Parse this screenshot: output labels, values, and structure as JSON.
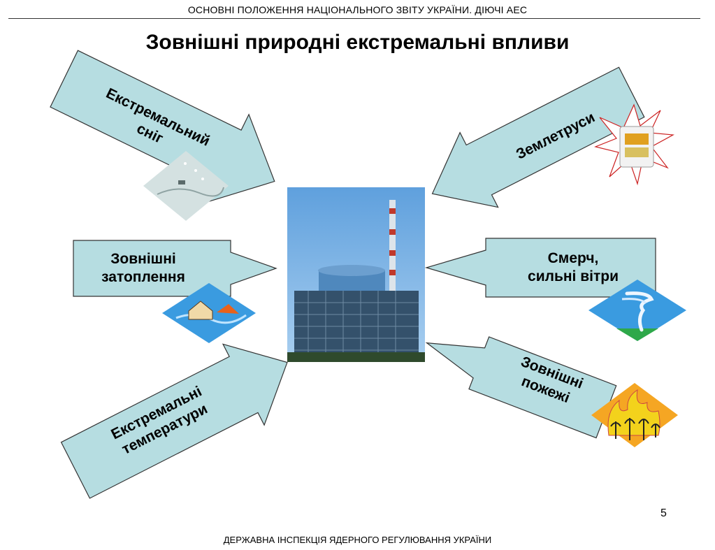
{
  "header": "ОСНОВНІ ПОЛОЖЕННЯ НАЦІОНАЛЬНОГО ЗВІТУ УКРАЇНИ. ДІЮЧІ АЕС",
  "title": "Зовнішні природні екстремальні впливи",
  "arrows": {
    "snow": {
      "line1": "Екстремальний",
      "line2": "сніг"
    },
    "flood": {
      "line1": "Зовнішні",
      "line2": "затоплення"
    },
    "temperatures": {
      "line1": "Екстремальні",
      "line2": "температури"
    },
    "earthquakes": {
      "line1": "Землетруси"
    },
    "tornado": {
      "line1": "Смерч,",
      "line2": "сильні вітри"
    },
    "fires": {
      "line1": "Зовнішні",
      "line2": "пожежі"
    }
  },
  "colors": {
    "arrow_fill": "#b6dde1",
    "arrow_stroke": "#333333",
    "sky": "#7fb6e6",
    "fire": "#f5a623",
    "flood_water": "#3a9be0"
  },
  "icons": [
    "snow-icon",
    "flood-icon",
    "earthquake-icon",
    "tornado-icon",
    "fire-icon",
    "nuclear-plant-photo"
  ],
  "page_number": "5",
  "footer": "ДЕРЖАВНА ІНСПЕКЦІЯ ЯДЕРНОГО РЕГУЛЮВАННЯ УКРАЇНИ"
}
